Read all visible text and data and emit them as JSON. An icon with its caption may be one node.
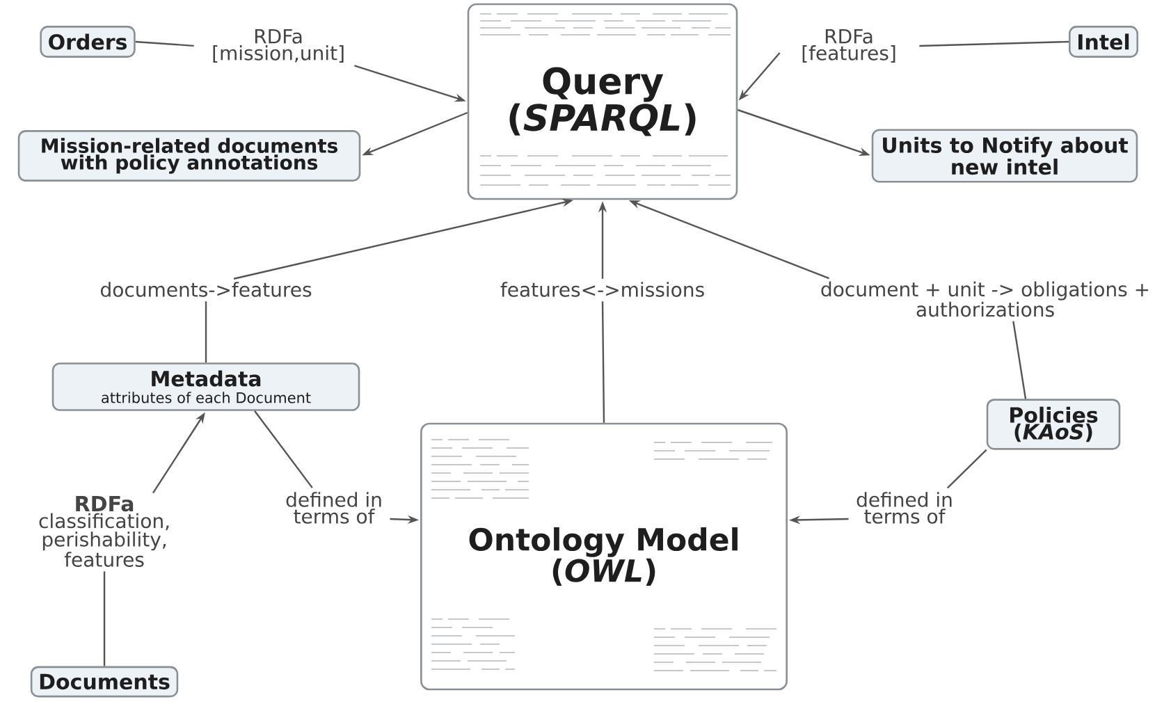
{
  "diagram": {
    "nodes": [
      {
        "text": [
          "Orders"
        ]
      },
      {
        "text": [
          "RDFa [mission,unit]"
        ]
      },
      {
        "text": [
          "Query (*SPARQL*)"
        ]
      },
      {
        "text": [
          "Intel"
        ]
      },
      {
        "text": [
          "RDFa [features]"
        ]
      },
      {
        "text": [
          "Mission-related documents with policy annotations"
        ]
      },
      {
        "text": [
          "Units to Notify about new intel"
        ]
      },
      {
        "text": [
          "documents->features"
        ]
      },
      {
        "text": [
          "features<->missions"
        ]
      },
      {
        "text": [
          "document + unit -> obligations + authorizations"
        ]
      },
      {
        "text": [
          "Metadata",
          "attributes of each Document"
        ]
      },
      {
        "text": [
          "Policies (*KAoS*)"
        ]
      },
      {
        "text": [
          "RDFa",
          "classification, perishability, features"
        ]
      },
      {
        "text": [
          "defined in terms of"
        ]
      },
      {
        "text": [
          "Ontology Model (*OWL*)"
        ]
      },
      {
        "text": [
          "defined in terms of"
        ]
      },
      {
        "text": [
          "Documents"
        ]
      }
    ],
    "edges": [
      {
        "from": 0,
        "to": 1,
        "arrow": "none"
      },
      {
        "from": 1,
        "to": 2,
        "arrow": "to"
      },
      {
        "from": 2,
        "to": 5,
        "arrow": "to"
      },
      {
        "from": 3,
        "to": 4,
        "arrow": "none"
      },
      {
        "from": 4,
        "to": 2,
        "arrow": "to"
      },
      {
        "from": 2,
        "to": 6,
        "arrow": "to"
      },
      {
        "from": 10,
        "to": 7,
        "arrow": "none"
      },
      {
        "from": 7,
        "to": 2,
        "arrow": "to"
      },
      {
        "from": 14,
        "to": 8,
        "arrow": "none"
      },
      {
        "from": 8,
        "to": 2,
        "arrow": "to"
      },
      {
        "from": 11,
        "to": 9,
        "arrow": "none"
      },
      {
        "from": 9,
        "to": 2,
        "arrow": "to"
      },
      {
        "from": 16,
        "to": 12,
        "arrow": "none"
      },
      {
        "from": 12,
        "to": 10,
        "arrow": "to"
      },
      {
        "from": 10,
        "to": 13,
        "arrow": "none"
      },
      {
        "from": 13,
        "to": 14,
        "arrow": "to"
      },
      {
        "from": 11,
        "to": 15,
        "arrow": "none"
      },
      {
        "from": 15,
        "to": 14,
        "arrow": "to"
      }
    ]
  }
}
